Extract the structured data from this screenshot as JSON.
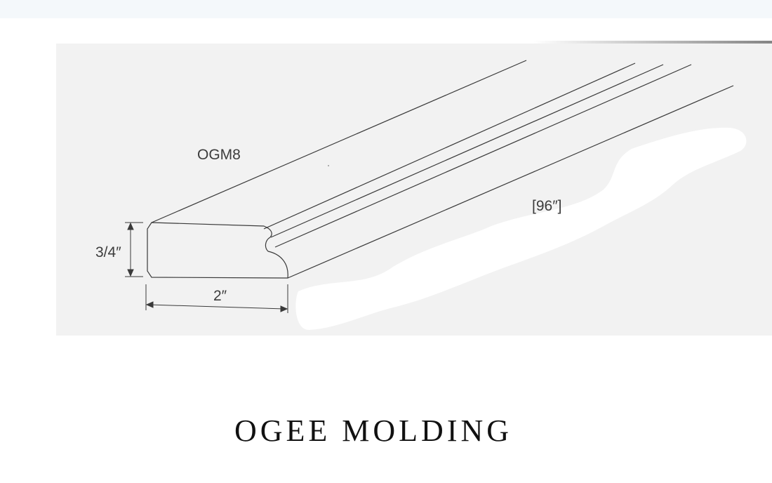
{
  "diagram": {
    "model_code": "OGM8",
    "length_label": "[96″]",
    "height_label": "3/4″",
    "width_label": "2″",
    "caption": "OGEE MOLDING"
  },
  "colors": {
    "photo_background": "#f2f2f2",
    "line": "#3a3a3a",
    "caption": "#111111"
  }
}
